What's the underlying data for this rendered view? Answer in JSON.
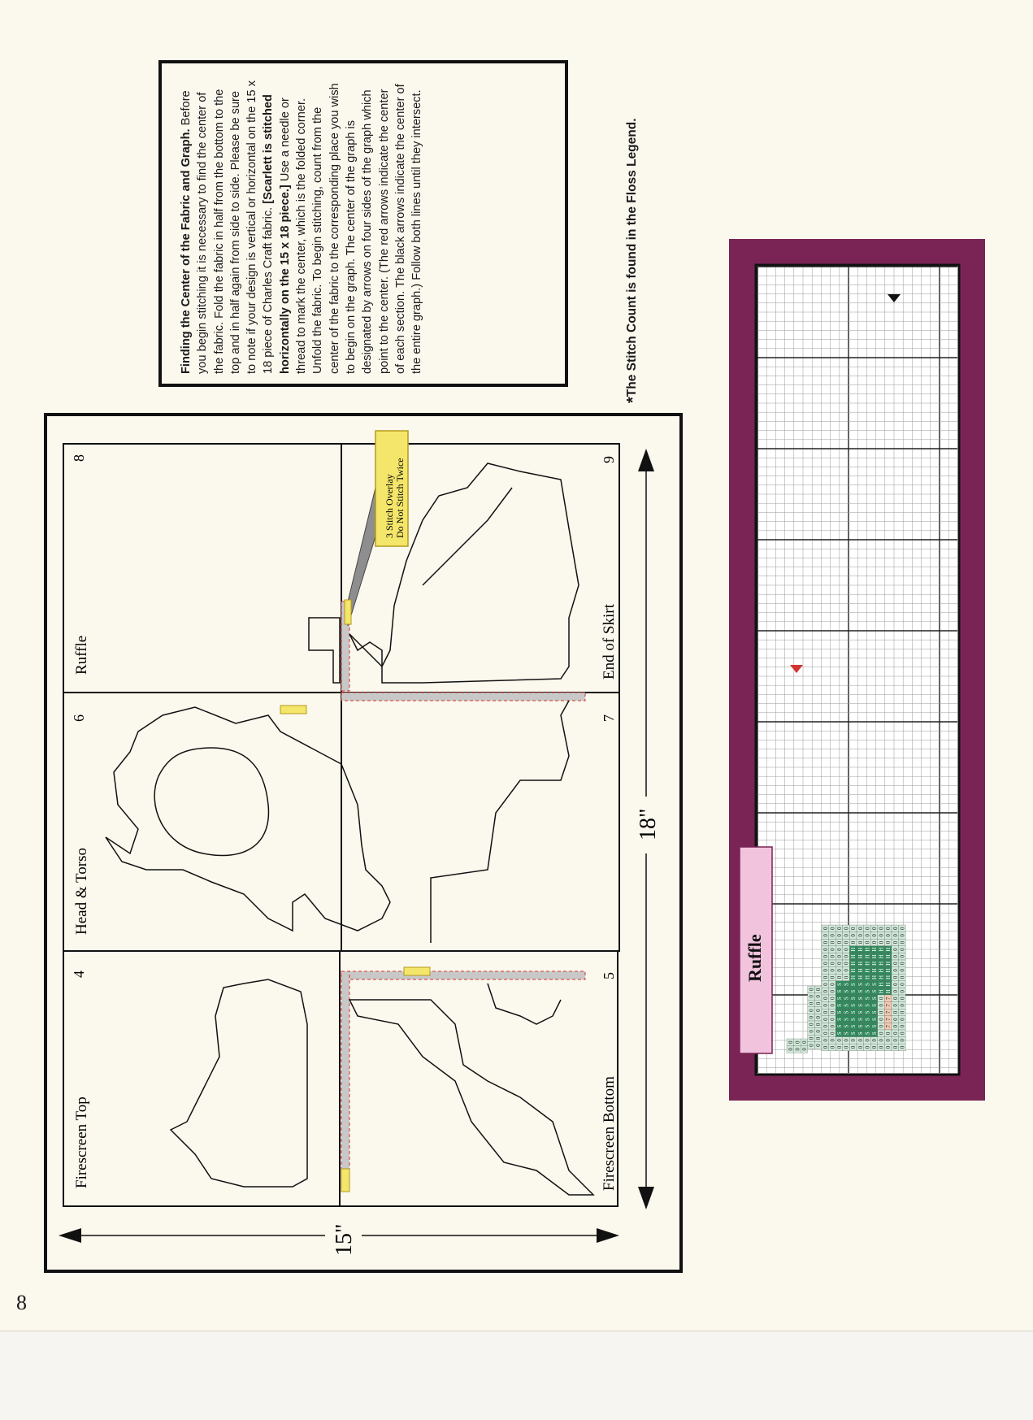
{
  "page_number": "8",
  "info": {
    "title": "Finding the Center of the Fabric and Graph.",
    "p1": " Before you begin stitching it is necessary to find the center of the fabric. Fold the fabric in half from the bottom to the top and in half again from side to side. Please be sure to note if your design is vertical or horizontal on the 15 x 18 piece of Charles Craft fabric. ",
    "bold2": "[Scarlett is stitched horizontally on the 15 x 18 piece.]",
    "p2": " Use a needle or thread to mark the center, which is the folded corner. Unfold the fabric. To begin stitching, count from the center of the fabric to the corresponding place you wish to begin on the graph. The center of the graph is designated by arrows on four sides of the graph which point to the center. (The red arrows indicate the center of each section. The black arrows indicate the center of the entire graph.) Follow both lines until they intersect."
  },
  "note": {
    "asterisk": "*",
    "text": "The Stitch Count is found in the Floss Legend."
  },
  "layout_diagram": {
    "width_label": "15\"",
    "height_label": "18\"",
    "overlay_callout": [
      "3 Stitch Overlay",
      "Do Not Stitch Twice"
    ],
    "sections": [
      {
        "label": "Firescreen Top",
        "number": "4"
      },
      {
        "label": "Firescreen Bottom",
        "number": "5"
      },
      {
        "label": "Head & Torso",
        "number": "6"
      },
      {
        "label": "",
        "number": "7"
      },
      {
        "label": "Ruffle",
        "number": "8"
      },
      {
        "label": "End of Skirt",
        "number": "9"
      }
    ]
  },
  "graph": {
    "label": "Ruffle",
    "symbols": [
      "0",
      "S",
      "H",
      "L",
      "7"
    ],
    "colors": {
      "frame": "#7a2455",
      "label_bg": "#f1c3dc",
      "stitch_green": "#2f8a5c",
      "stitch_light": "#cfe8d8",
      "arrow_red": "#d2342f",
      "arrow_black": "#111111"
    }
  }
}
